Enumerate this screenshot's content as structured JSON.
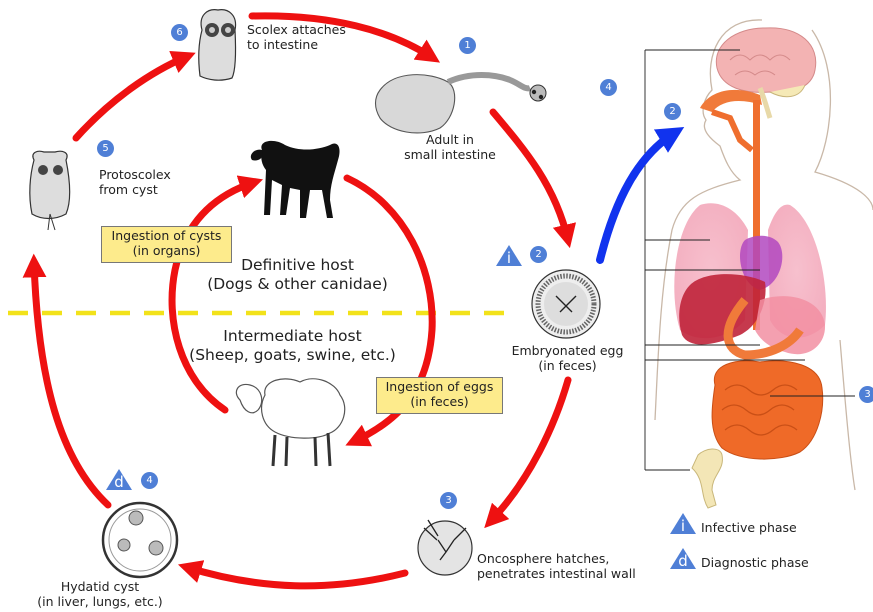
{
  "hosts": {
    "definitive_title": "Definitive host",
    "definitive_sub": "(Dogs & other canidae)",
    "intermediate_title": "Intermediate host",
    "intermediate_sub": "(Sheep, goats, swine, etc.)"
  },
  "stages": {
    "s1": {
      "num": "1",
      "line1": "Adult in",
      "line2": "small intestine"
    },
    "s2": {
      "num": "2",
      "symbol": "i",
      "line1": "Embryonated egg",
      "line2": "(in feces)"
    },
    "s3": {
      "num": "3",
      "line1": "Oncosphere hatches,",
      "line2": "penetrates intestinal wall"
    },
    "s4": {
      "num": "4",
      "symbol": "d",
      "line1": "Hydatid cyst",
      "line2": "(in liver, lungs, etc.)"
    },
    "s5": {
      "num": "5",
      "line1": "Protoscolex",
      "line2": "from cyst"
    },
    "s6": {
      "num": "6",
      "line1": "Scolex attaches",
      "line2": "to intestine"
    }
  },
  "boxes": {
    "cysts_line1": "Ingestion of cysts",
    "cysts_line2": "(in organs)",
    "eggs_line1": "Ingestion of eggs",
    "eggs_line2": "(in feces)"
  },
  "human": {
    "n2": "2",
    "n3": "3",
    "n4": "4"
  },
  "legend": {
    "infective_symbol": "i",
    "infective_label": "Infective phase",
    "diagnostic_symbol": "d",
    "diagnostic_label": "Diagnostic phase"
  },
  "colors": {
    "arrow_red": "#ee1111",
    "arrow_blue": "#1133ee",
    "badge_blue": "#4f7fd6",
    "box_yellow": "#fdeb8c",
    "divider_yellow": "#f2e21a"
  }
}
